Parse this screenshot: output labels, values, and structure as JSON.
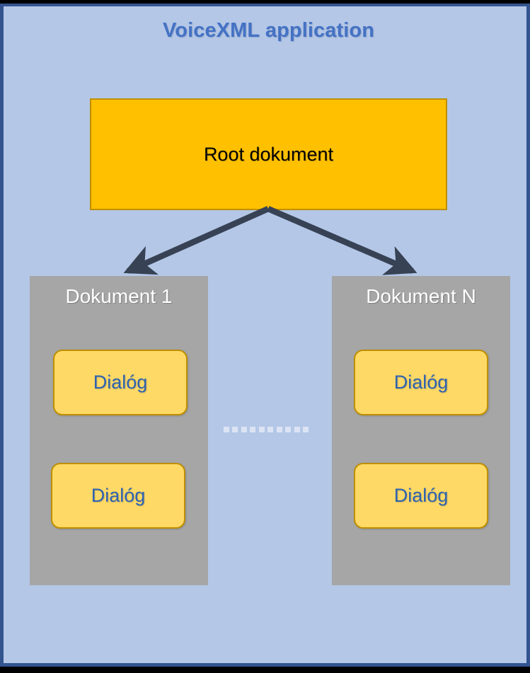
{
  "slide": {
    "title": "VoiceXML application",
    "background_color": "#B4C7E7",
    "border_color": "#33548F",
    "title_color": "#4472C4"
  },
  "root_document": {
    "label": "Root dokument",
    "fill_color": "#FFC000",
    "border_color": "#BF8F00",
    "text_color": "#000000"
  },
  "connectors": {
    "color": "#374254",
    "count": 2,
    "from": "root_document",
    "to": [
      "Dokument 1",
      "Dokument N"
    ]
  },
  "documents": [
    {
      "title": "Dokument 1",
      "fill_color": "#A6A6A6",
      "title_color": "#FFFFFF",
      "dialogs": [
        {
          "label": "Dialóg"
        },
        {
          "label": "Dialóg"
        }
      ]
    },
    {
      "title": "Dokument N",
      "fill_color": "#A6A6A6",
      "title_color": "#FFFFFF",
      "dialogs": [
        {
          "label": "Dialóg"
        },
        {
          "label": "Dialóg"
        }
      ]
    }
  ],
  "dialog_style": {
    "fill_color": "#FFD966",
    "border_color": "#BF8F00",
    "text_color": "#2E63B0"
  },
  "ellipsis": {
    "dot_count": 10,
    "dot_color": "#DCE4F4"
  }
}
